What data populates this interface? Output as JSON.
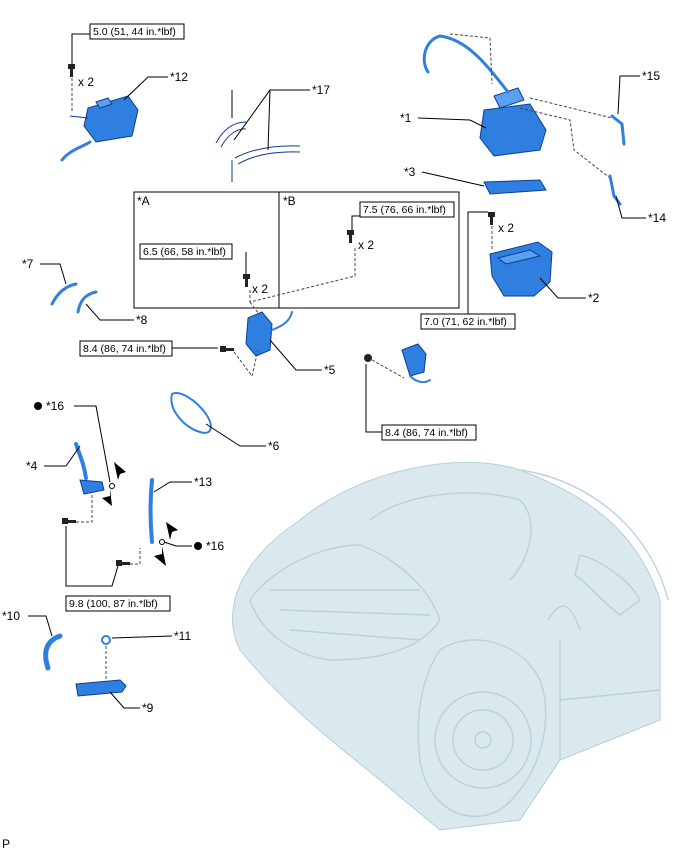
{
  "callouts": {
    "c1": "*1",
    "c2": "*2",
    "c3": "*3",
    "c4": "*4",
    "c5": "*5",
    "c6": "*6",
    "c7": "*7",
    "c8": "*8",
    "c9": "*9",
    "c10": "*10",
    "c11": "*11",
    "c12": "*12",
    "c13": "*13",
    "c14": "*14",
    "c15": "*15",
    "c16a": "*16",
    "c16b": "*16",
    "c17": "*17"
  },
  "views": {
    "a": "*A",
    "b": "*B"
  },
  "torque": {
    "t12": "5.0 (51, 44 in.*lbf)",
    "ta": "6.5 (66, 58 in.*lbf)",
    "tb": "7.5 (76, 66 in.*lbf)",
    "t2": "7.0 (71, 62 in.*lbf)",
    "t5": "8.4 (86, 74 in.*lbf)",
    "tbr": "8.4 (86, 74 in.*lbf)",
    "t9": "9.8 (100, 87 in.*lbf)"
  },
  "qty": {
    "q12": "x 2",
    "qa": "x 2",
    "qb": "x 2",
    "q2": "x 2"
  },
  "corner_code": "P",
  "colors": {
    "part": "#2f7fe0",
    "part_outline": "#0d3f8f",
    "car_outline": "#b9d2da"
  }
}
